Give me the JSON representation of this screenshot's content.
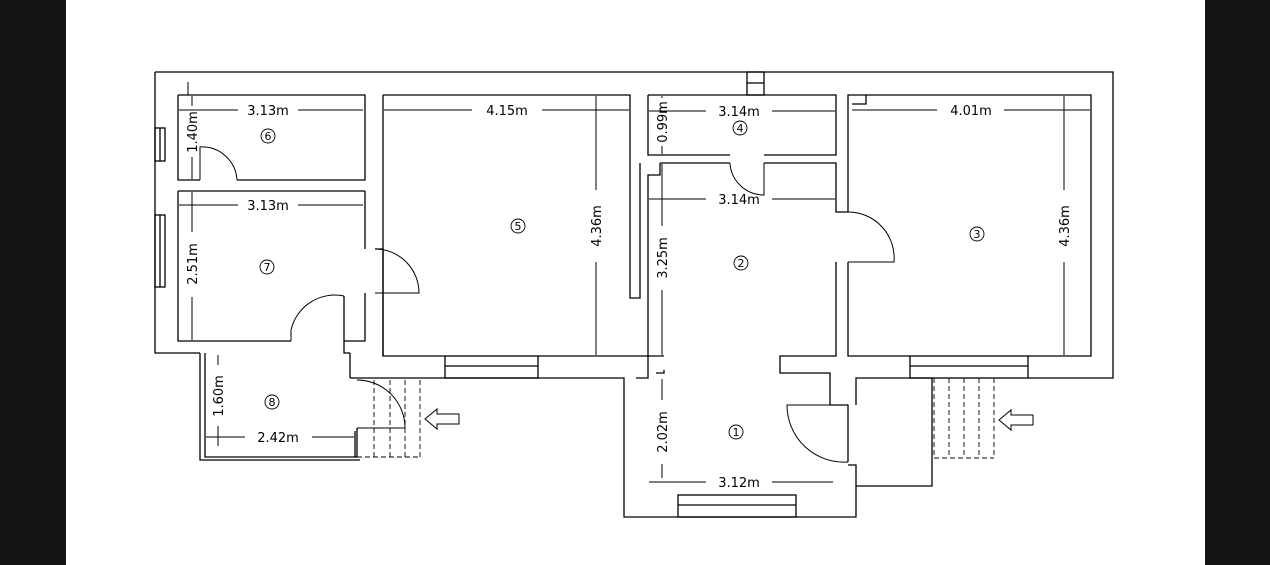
{
  "rooms": [
    {
      "id": "1",
      "label": "①"
    },
    {
      "id": "2",
      "label": "②"
    },
    {
      "id": "3",
      "label": "③"
    },
    {
      "id": "4",
      "label": "④"
    },
    {
      "id": "5",
      "label": "⑤"
    },
    {
      "id": "6",
      "label": "⑥"
    },
    {
      "id": "7",
      "label": "⑦"
    },
    {
      "id": "8",
      "label": "⑧"
    }
  ],
  "dimensions": {
    "room6_width": "3.13m",
    "room6_height": "1.40m",
    "room7_width": "3.13m",
    "room7_height": "2.51m",
    "room5_width": "4.15m",
    "room5_height": "4.36m",
    "room4_width": "3.14m",
    "room4_height": "0.99m",
    "room2_width": "3.14m",
    "room2_height": "3.25m",
    "room3_width": "4.01m",
    "room3_height": "4.36m",
    "room8_height": "1.60m",
    "room8_width": "2.42m",
    "room1_height": "2.02m",
    "room1_width": "3.12m"
  },
  "icons": {
    "entrance_arrow": "arrow-left-outline"
  }
}
